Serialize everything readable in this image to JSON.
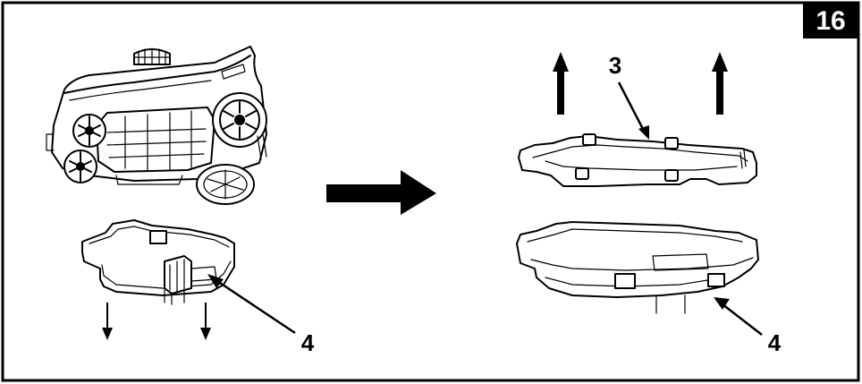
{
  "step_number": "16",
  "callouts": {
    "filter_tray_left": "4",
    "filter_cover": "3",
    "filter_tray_right": "4"
  }
}
